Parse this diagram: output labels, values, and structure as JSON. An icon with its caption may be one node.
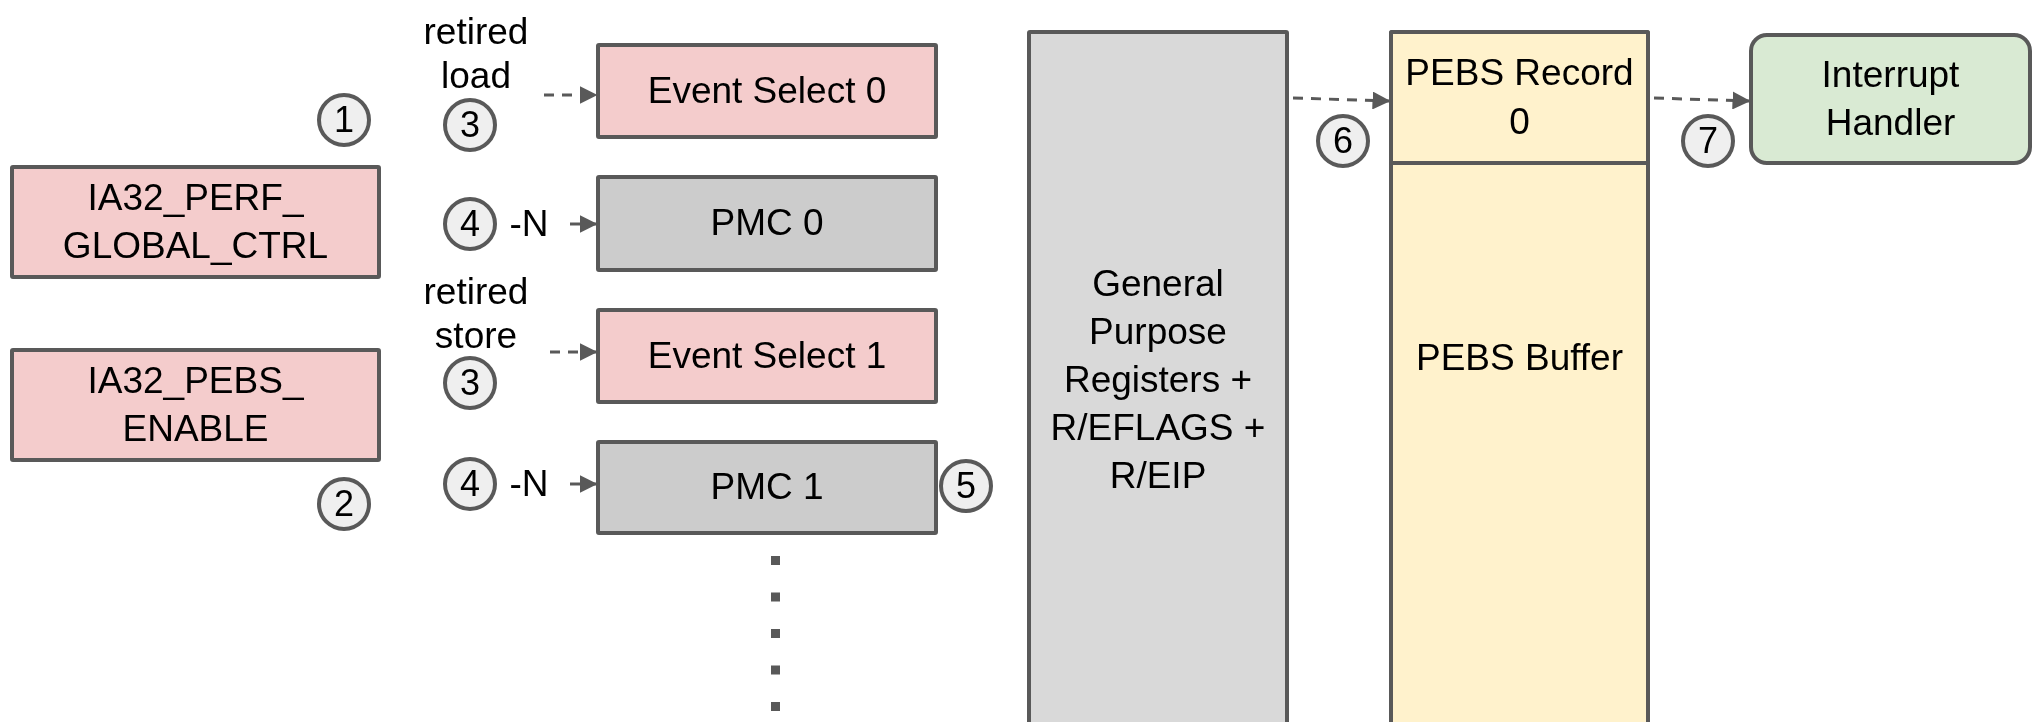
{
  "diagram": {
    "nodes": [
      {
        "text": [
          "IA32_PERF_ GLOBAL_CTRL"
        ]
      },
      {
        "text": [
          "IA32_PEBS_ ENABLE"
        ]
      },
      {
        "text": [
          "retired load"
        ]
      },
      {
        "text": [
          "Event Select 0"
        ]
      },
      {
        "text": [
          "-N"
        ]
      },
      {
        "text": [
          "PMC 0"
        ]
      },
      {
        "text": [
          "retired store"
        ]
      },
      {
        "text": [
          "Event Select 1"
        ]
      },
      {
        "text": [
          "-N"
        ]
      },
      {
        "text": [
          "PMC 1"
        ]
      },
      {
        "text": [
          "General Purpose Registers + R/EFLAGS + R/EIP"
        ]
      },
      {
        "text": [
          "PEBS Buffer"
        ]
      },
      {
        "text": [
          "PEBS Record 0"
        ],
        "in": 11
      },
      {
        "text": [
          "Interrupt Handler"
        ]
      }
    ],
    "edges": [
      {
        "from": 2,
        "to": 3,
        "arrow": "to",
        "style": "dashed"
      },
      {
        "from": 4,
        "to": 5,
        "arrow": "to"
      },
      {
        "from": 6,
        "to": 7,
        "arrow": "to",
        "style": "dashed"
      },
      {
        "from": 8,
        "to": 9,
        "arrow": "to"
      },
      {
        "from": 10,
        "to": 12,
        "arrow": "to",
        "style": "dashed"
      },
      {
        "from": 12,
        "to": 13,
        "arrow": "to",
        "style": "dashed"
      }
    ],
    "labels": [
      "1",
      "2",
      "3",
      "4",
      "3",
      "4",
      "5",
      "6",
      "7"
    ]
  }
}
